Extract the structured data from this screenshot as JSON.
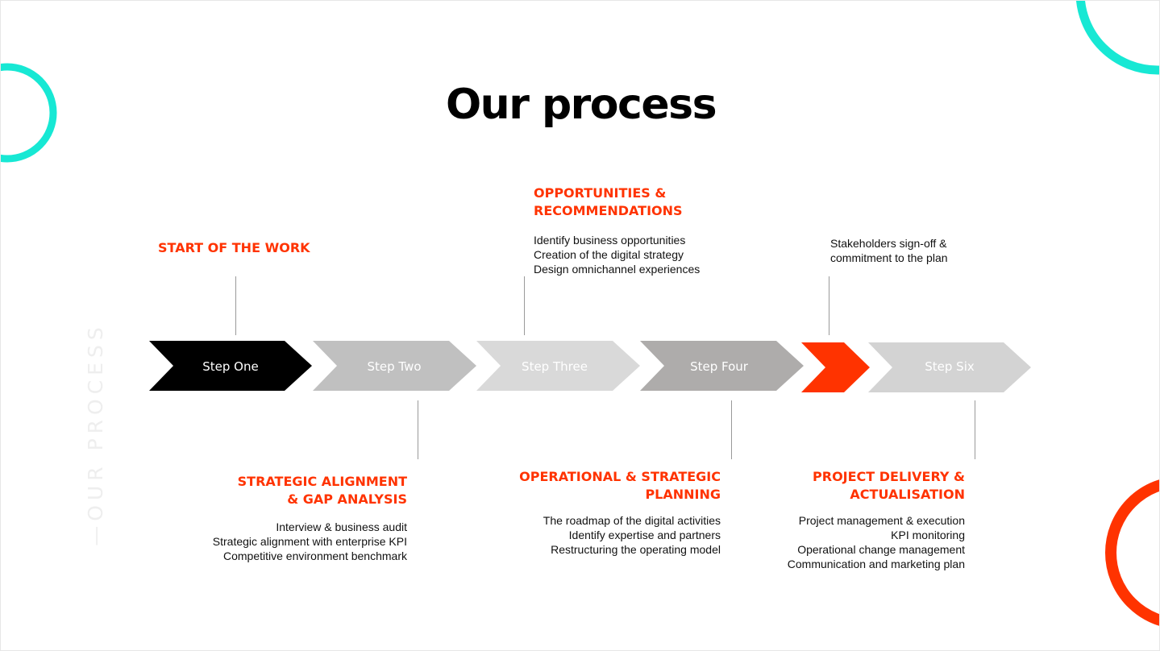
{
  "title": "Our process",
  "side_label": "—OUR PROCESS",
  "colors": {
    "accent_red": "#ff3300",
    "accent_teal": "#17e8d4",
    "black": "#000000",
    "grey_dark": "#aeacab",
    "grey_mid": "#c0c0c0",
    "grey_light": "#d9d9d9"
  },
  "steps": [
    {
      "label": "Step One"
    },
    {
      "label": "Step Two"
    },
    {
      "label": "Step Three"
    },
    {
      "label": "Step Four"
    },
    {
      "label": ""
    },
    {
      "label": "Step Six"
    }
  ],
  "phases": [
    {
      "heading": [
        "START OF THE WORK"
      ],
      "lines": []
    },
    {
      "heading": [
        "STRATEGIC ALIGNMENT",
        "& GAP ANALYSIS"
      ],
      "lines": [
        "Interview & business audit",
        "Strategic alignment with enterprise KPI",
        "Competitive environment benchmark"
      ]
    },
    {
      "heading": [
        "OPPORTUNITIES &",
        "RECOMMENDATIONS"
      ],
      "lines": [
        "Identify business opportunities",
        "Creation of the digital strategy",
        "Design omnichannel experiences"
      ]
    },
    {
      "heading": [
        "OPERATIONAL & STRATEGIC",
        "PLANNING"
      ],
      "lines": [
        "The roadmap of the digital activities",
        "Identify expertise and partners",
        "Restructuring the operating model"
      ]
    },
    {
      "heading": [],
      "lines": [
        "Stakeholders sign-off &",
        "commitment to the plan"
      ]
    },
    {
      "heading": [
        "PROJECT DELIVERY &",
        "ACTUALISATION"
      ],
      "lines": [
        "Project management & execution",
        "KPI monitoring",
        "Operational change management",
        "Communication and marketing plan"
      ]
    }
  ]
}
